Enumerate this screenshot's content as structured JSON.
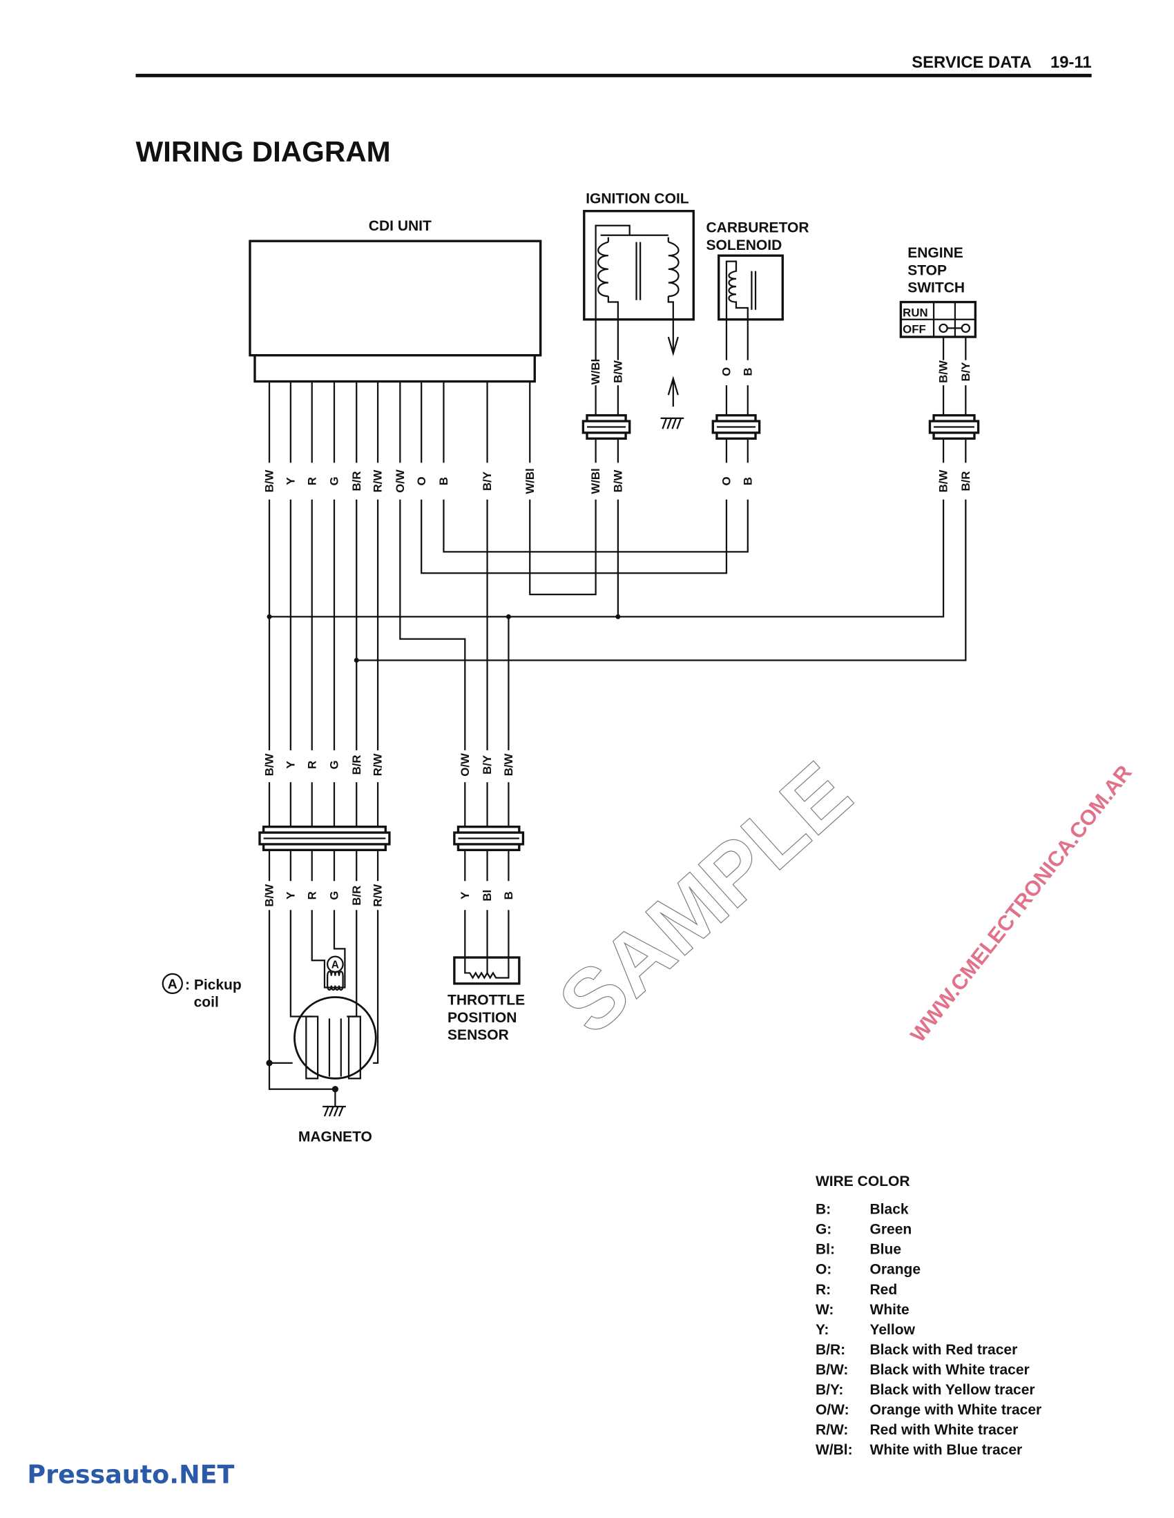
{
  "header": {
    "section": "SERVICE DATA",
    "page": "19-11"
  },
  "title": "WIRING DIAGRAM",
  "components": {
    "cdi": "CDI UNIT",
    "ignition_coil": "IGNITION COIL",
    "carb_solenoid": [
      "CARBURETOR",
      "SOLENOID"
    ],
    "engine_stop_switch": [
      "ENGINE",
      "STOP",
      "SWITCH"
    ],
    "switch_run": "RUN",
    "switch_off": "OFF",
    "tps": [
      "THROTTLE",
      "POSITION",
      "SENSOR"
    ],
    "magneto": "MAGNETO",
    "pickup_marker": "A",
    "pickup_note": [
      ": Pickup",
      "coil"
    ]
  },
  "wire_labels": {
    "cdi": [
      "B/W",
      "Y",
      "R",
      "G",
      "B/R",
      "R/W",
      "O/W",
      "O",
      "B",
      "B/Y",
      "W/Bl"
    ],
    "ign_top": [
      "W/Bl",
      "B/W"
    ],
    "ign_bottom": [
      "W/Bl",
      "B/W"
    ],
    "carb_top": [
      "O",
      "B"
    ],
    "carb_bottom": [
      "O",
      "B"
    ],
    "switch_top": [
      "B/W",
      "B/Y"
    ],
    "switch_bottom": [
      "B/W",
      "B/R"
    ],
    "magneto_upper": [
      "B/W",
      "Y",
      "R",
      "G",
      "B/R",
      "R/W"
    ],
    "tps_upper": [
      "O/W",
      "B/Y",
      "B/W"
    ],
    "magneto_lower": [
      "B/W",
      "Y",
      "R",
      "G",
      "B/R",
      "R/W"
    ],
    "tps_lower": [
      "Y",
      "Bl",
      "B"
    ]
  },
  "wire_color": {
    "heading": "WIRE COLOR",
    "items": [
      {
        "code": "B:",
        "name": "Black"
      },
      {
        "code": "G:",
        "name": "Green"
      },
      {
        "code": "Bl:",
        "name": "Blue"
      },
      {
        "code": "O:",
        "name": "Orange"
      },
      {
        "code": "R:",
        "name": "Red"
      },
      {
        "code": "W:",
        "name": "White"
      },
      {
        "code": "Y:",
        "name": "Yellow"
      },
      {
        "code": "B/R:",
        "name": "Black with Red tracer"
      },
      {
        "code": "B/W:",
        "name": "Black with White tracer"
      },
      {
        "code": "B/Y:",
        "name": "Black with Yellow tracer"
      },
      {
        "code": "O/W:",
        "name": "Orange with White tracer"
      },
      {
        "code": "R/W:",
        "name": "Red with White tracer"
      },
      {
        "code": "W/Bl:",
        "name": "White with Blue tracer"
      }
    ]
  },
  "watermark": {
    "word": "SAMPLE",
    "url": "WWW.CMELECTRONICA.COM.AR",
    "color": "#e0728a"
  },
  "footer_logo": {
    "text": "Pressauto.NET",
    "color": "#2a5aa8"
  }
}
